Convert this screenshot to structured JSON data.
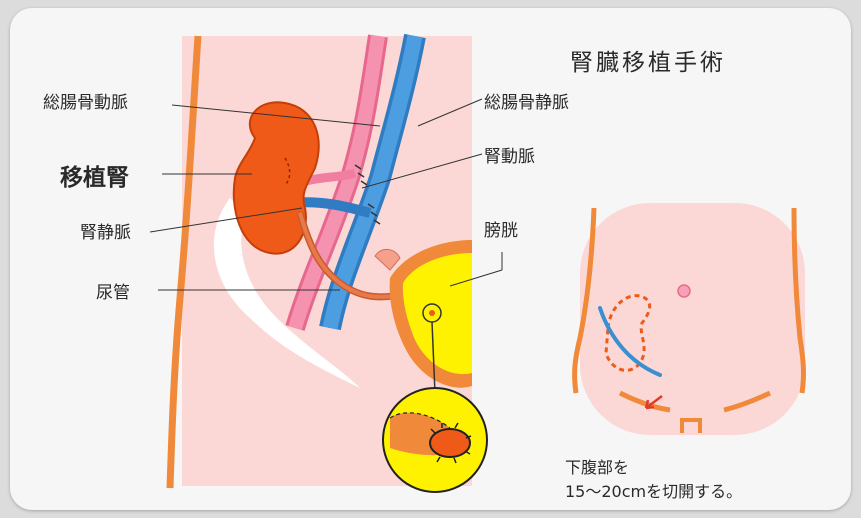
{
  "title": "腎臓移植手術",
  "labels": {
    "common_iliac_artery": "総腸骨動脈",
    "common_iliac_vein": "総腸骨静脈",
    "transplanted_kidney": "移植腎",
    "renal_artery": "腎動脈",
    "renal_vein": "腎静脈",
    "bladder": "膀胱",
    "ureter": "尿管"
  },
  "caption": {
    "line1": "下腹部を",
    "line2": "15〜20cmを切開する。"
  },
  "colors": {
    "skin": "#fbd8d6",
    "body_outline": "#f08a3a",
    "kidney": "#ef5a18",
    "artery": "#f07ea0",
    "vein": "#3d8fd3",
    "bladder_fill": "#fff200",
    "incision": "#3a8fd0"
  }
}
